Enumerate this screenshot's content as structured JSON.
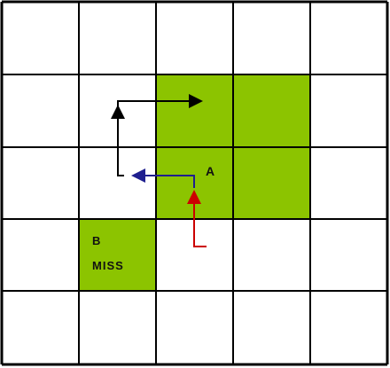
{
  "grid": {
    "rows": 5,
    "cols": 5,
    "highlight_color": "#8CC400",
    "line_color": "#000000",
    "highlighted_cells": [
      {
        "row": 1,
        "col": 2
      },
      {
        "row": 1,
        "col": 3
      },
      {
        "row": 2,
        "col": 2
      },
      {
        "row": 2,
        "col": 3
      },
      {
        "row": 3,
        "col": 1
      }
    ]
  },
  "labels": {
    "a": "A",
    "b": "B",
    "miss": "MISS"
  },
  "paths": {
    "red_color": "#CC0000",
    "blue_color": "#1F1F8F",
    "black_color": "#000000"
  }
}
